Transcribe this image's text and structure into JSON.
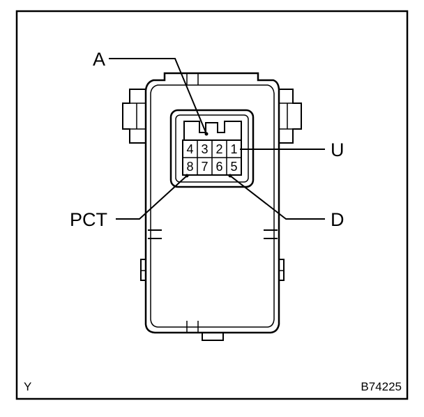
{
  "labels": {
    "a": "A",
    "u": "U",
    "pct": "PCT",
    "d": "D"
  },
  "pins": {
    "p1": "1",
    "p2": "2",
    "p3": "3",
    "p4": "4",
    "p5": "5",
    "p6": "6",
    "p7": "7",
    "p8": "8"
  },
  "corner": {
    "left": "Y",
    "right": "B74225"
  }
}
